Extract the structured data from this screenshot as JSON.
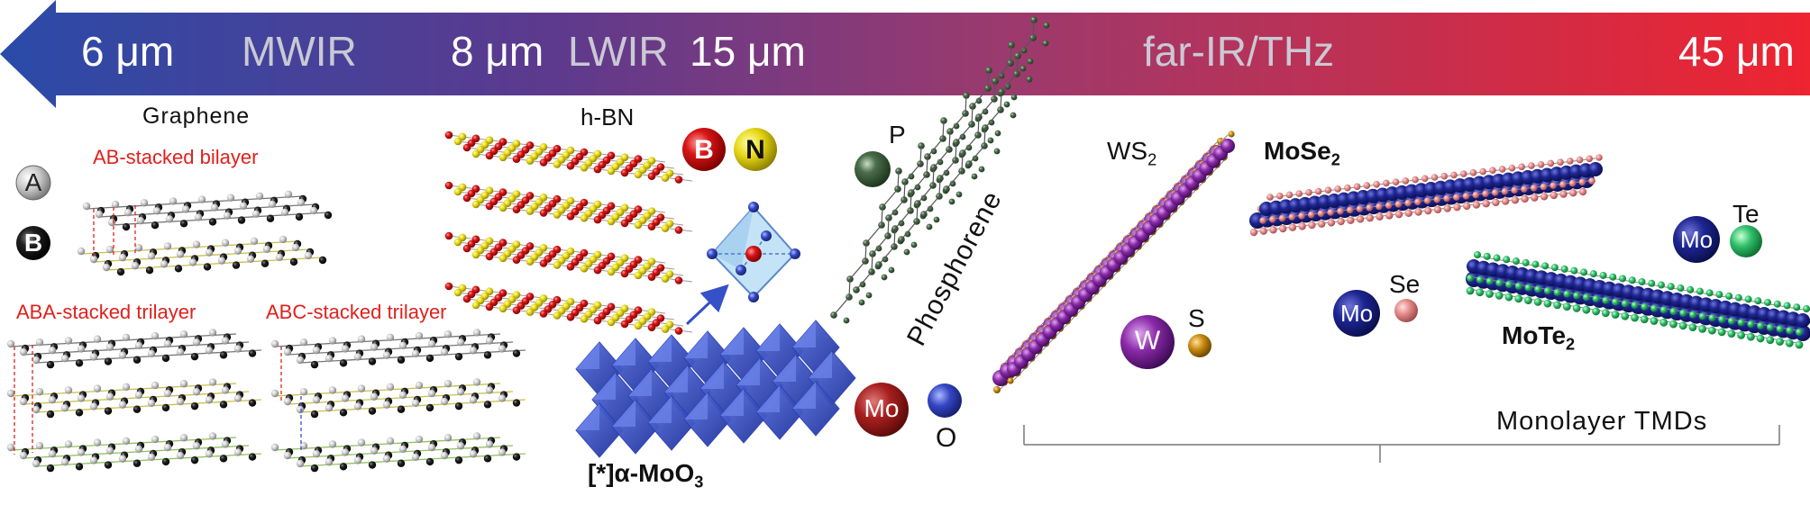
{
  "colors": {
    "arrow_start": "#2a4ba8",
    "arrow_mid": "#7a2f7a",
    "arrow_end": "#ed2430",
    "label_red": "#e0201c",
    "bar_grey": "#c9c9d4"
  },
  "spectrum": {
    "labels": {
      "um6": "6 μm",
      "mwir": "MWIR",
      "um8": "8 μm",
      "lwir": "LWIR",
      "um15": "15 μm",
      "farir": "far-IR/THz",
      "um45": "45 μm"
    }
  },
  "graphene": {
    "title": "Graphene",
    "atom_a": "A",
    "atom_b": "B",
    "ab_bilayer": "AB-stacked bilayer",
    "aba_trilayer": "ABA-stacked trilayer",
    "abc_trilayer": "ABC-stacked trilayer"
  },
  "hbn": {
    "title": "h-BN",
    "atom_b": "B",
    "atom_n": "N"
  },
  "moo3": {
    "ref": "[*]",
    "alpha": "α-MoO",
    "sub": "3",
    "atom_mo": "Mo",
    "atom_o": "O"
  },
  "phosphorene": {
    "title": "Phosphorene",
    "atom_p": "P"
  },
  "tmds": {
    "ws2": "WS",
    "ws2_sub": "2",
    "mose2": "MoSe",
    "mose2_sub": "2",
    "mote2": "MoTe",
    "mote2_sub": "2",
    "atom_w": "W",
    "atom_s": "S",
    "atom_mo1": "Mo",
    "atom_se": "Se",
    "atom_mo2": "Mo",
    "atom_te": "Te",
    "group_label": "Monolayer TMDs"
  }
}
